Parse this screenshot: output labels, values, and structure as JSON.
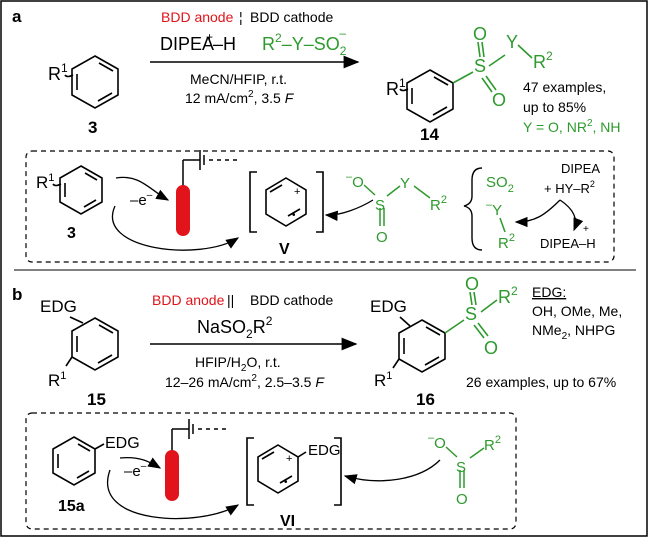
{
  "panel_a": {
    "label": "a",
    "reactant_sub": "R",
    "reactant_sub_sup": "1",
    "reactant_num": "3",
    "conditions_top_red": "BDD anode",
    "conditions_top_sep": "¦",
    "conditions_top_black": "BDD cathode",
    "reagent_amine": "DIPEA",
    "reagent_amine_plus": "+",
    "reagent_amine_tail": "–H",
    "reagent_sulf_a": "R",
    "reagent_sulf_sup": "2",
    "reagent_sulf_b": "–Y–SO",
    "reagent_sulf_sub": "2",
    "reagent_sulf_minus": "–",
    "solvent": "MeCN/HFIP, r.t.",
    "current_a": "12 mA/cm",
    "current_sup": "2",
    "current_b": ", 3.5 ",
    "current_F": "F",
    "product_num": "14",
    "prod_S": "S",
    "prod_O1": "O",
    "prod_O2": "O",
    "prod_Y": "Y",
    "prod_R": "R",
    "prod_R_sup": "2",
    "prod_R1": "R",
    "prod_R1_sup": "1",
    "yield_1": "47 examples,",
    "yield_2": "up to 85%",
    "yield_3a": "Y = O, NR",
    "yield_3sup": "2",
    "yield_3b": ", NH",
    "mech_R1": "R",
    "mech_R1_sup": "1",
    "mech_num": "3",
    "mech_e": "–e",
    "mech_e_sup": "–",
    "intermediate": "V",
    "radcat_plus": "+",
    "radcat_dot": "•",
    "sulfinate_Ominus": "–",
    "sulfinate_O": "O",
    "sulfinate_S": "S",
    "sulfinate_O2": "O",
    "sulfinate_Y": "Y",
    "sulfinate_R": "R",
    "sulfinate_R_sup": "2",
    "so2": "SO",
    "so2_sub": "2",
    "anion_minus": "–",
    "anion_Y": "Y",
    "anion_R": "R",
    "anion_R_sup": "2",
    "dipea": "DIPEA",
    "hy_a": "+ HY–R",
    "hy_sup": "2",
    "dipeah_plus": "+",
    "dipeah": "DIPEA–H"
  },
  "panel_b": {
    "label": "b",
    "edg": "EDG",
    "reactant_R1": "R",
    "reactant_R1_sup": "1",
    "reactant_num": "15",
    "conditions_top_red": "BDD anode",
    "conditions_top_sep": " || ",
    "conditions_top_black": "BDD cathode",
    "reagent_a": "NaSO",
    "reagent_sub": "2",
    "reagent_b": "R",
    "reagent_sup": "2",
    "solvent": "HFIP/H",
    "solvent_sub": "2",
    "solvent_b": "O, r.t.",
    "current_a": "12–26 mA/cm",
    "current_sup": "2",
    "current_b": ", 2.5–3.5 ",
    "current_F": "F",
    "product_edg": "EDG",
    "prod_S": "S",
    "prod_O1": "O",
    "prod_O2": "O",
    "prod_R": "R",
    "prod_R_sup": "2",
    "prod_R1": "R",
    "prod_R1_sup": "1",
    "product_num": "16",
    "yield": "26 examples, up to 67%",
    "edg_title": "EDG:",
    "edg_1": "OH, OMe, Me,",
    "edg_2a": "NMe",
    "edg_2sub": "2",
    "edg_2b": ", NHPG",
    "mech_edg": "EDG",
    "mech_num": "15a",
    "mech_e": "–e",
    "mech_e_sup": "–",
    "int_edg": "EDG",
    "int_plus": "+",
    "int_dot": "•",
    "intermediate": "VI",
    "sulf_minus": "–",
    "sulf_O": "O",
    "sulf_S": "S",
    "sulf_O2": "O",
    "sulf_R": "R",
    "sulf_R_sup": "2"
  },
  "colors": {
    "red": "#e0141a",
    "green": "#2e9a2e",
    "black": "#000000"
  }
}
